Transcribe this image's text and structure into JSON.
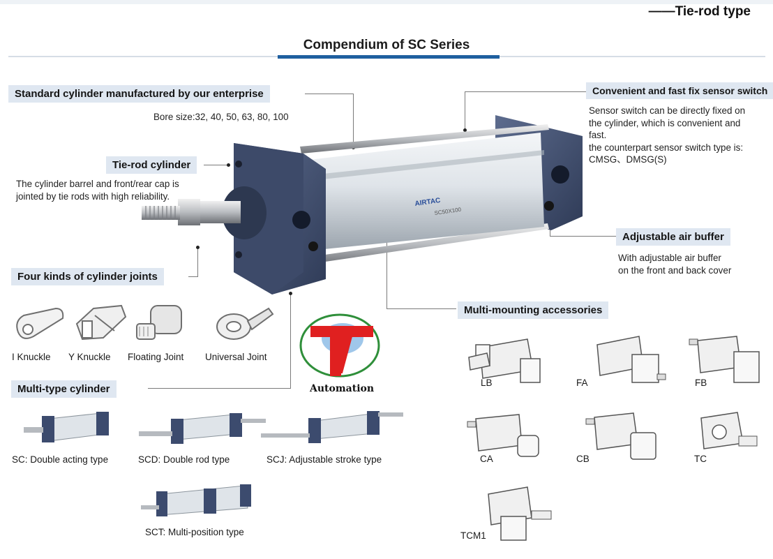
{
  "header": {
    "type_label": "——Tie-rod type",
    "title": "Compendium of SC Series"
  },
  "callouts": {
    "standard": {
      "label": "Standard cylinder manufactured by our enterprise",
      "text": "Bore size:32, 40, 50, 63, 80, 100"
    },
    "tierod": {
      "label": "Tie-rod cylinder",
      "text_lines": [
        "The cylinder barrel and front/rear cap is",
        "jointed by tie rods with high reliability."
      ]
    },
    "sensor": {
      "label": "Convenient and fast fix sensor switch",
      "text_lines": [
        "Sensor switch can be directly fixed on",
        "the cylinder, which is convenient and",
        "fast.",
        "the counterpart sensor switch type is:",
        "CMSG、DMSG(S)"
      ]
    },
    "buffer": {
      "label": "Adjustable air buffer",
      "text_lines": [
        "With adjustable air buffer",
        "on the front and back cover"
      ]
    },
    "joints": {
      "label": "Four kinds of cylinder joints",
      "items": [
        "I Knuckle",
        "Y Knuckle",
        "Floating Joint",
        "Universal Joint"
      ]
    },
    "multitype": {
      "label": "Multi-type cylinder",
      "items": [
        "SC: Double acting type",
        "SCD: Double rod type",
        "SCJ: Adjustable stroke type",
        "SCT: Multi-position type"
      ]
    },
    "mounting": {
      "label": "Multi-mounting accessories",
      "items": [
        "LB",
        "FA",
        "FB",
        "CA",
        "CB",
        "TC",
        "TCM1"
      ]
    }
  },
  "product": {
    "brand": "AIRTAC",
    "model": "SC50X100"
  },
  "watermark": {
    "text": "Automation"
  },
  "colors": {
    "label_bg": "#dfe7f1",
    "title_underline": "#1f5f9f",
    "cap_color": "#3c4b6e",
    "barrel": "#d7dde3"
  }
}
